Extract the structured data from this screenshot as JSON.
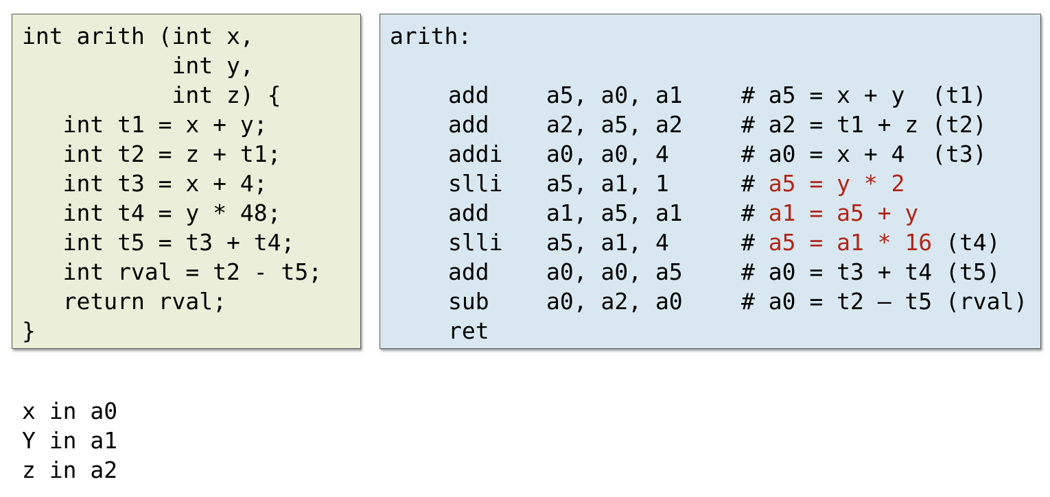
{
  "c_code": {
    "lines": [
      "int arith (int x,",
      "           int y,",
      "           int z) {",
      "   int t1 = x + y;",
      "   int t2 = z + t1;",
      "   int t3 = x + 4;",
      "   int t4 = y * 48;",
      "   int t5 = t3 + t4;",
      "   int rval = t2 - t5;",
      "   return rval;",
      "}"
    ]
  },
  "asm": {
    "label": "arith:",
    "instructions": [
      {
        "op": "add",
        "args": "a5, a0, a1",
        "hash": "# ",
        "highlight": "",
        "comment": "a5 = x + y  (t1)"
      },
      {
        "op": "add",
        "args": "a2, a5, a2",
        "hash": "# ",
        "highlight": "",
        "comment": "a2 = t1 + z (t2)"
      },
      {
        "op": "addi",
        "args": "a0, a0, 4",
        "hash": "# ",
        "highlight": "",
        "comment": "a0 = x + 4  (t3)"
      },
      {
        "op": "slli",
        "args": "a5, a1, 1",
        "hash": "# ",
        "highlight": "a5 = y * 2",
        "comment": ""
      },
      {
        "op": "add",
        "args": "a1, a5, a1",
        "hash": "# ",
        "highlight": "a1 = a5 + y",
        "comment": ""
      },
      {
        "op": "slli",
        "args": "a5, a1, 4",
        "hash": "# ",
        "highlight": "a5 = a1 * 16",
        "comment": " (t4)"
      },
      {
        "op": "add",
        "args": "a0, a0, a5",
        "hash": "# ",
        "highlight": "",
        "comment": "a0 = t3 + t4 (t5)"
      },
      {
        "op": "sub",
        "args": "a0, a2, a0",
        "hash": "# ",
        "highlight": "",
        "comment": "a0 = t2 – t5 (rval)"
      },
      {
        "op": "ret",
        "args": "",
        "hash": "",
        "highlight": "",
        "comment": ""
      }
    ]
  },
  "registers": {
    "lines": [
      "x in a0",
      "Y in a1",
      "z in a2"
    ]
  },
  "colors": {
    "c_panel_bg": "#ebeed9",
    "asm_panel_bg": "#d9e8f0",
    "highlight": "#b02418"
  }
}
